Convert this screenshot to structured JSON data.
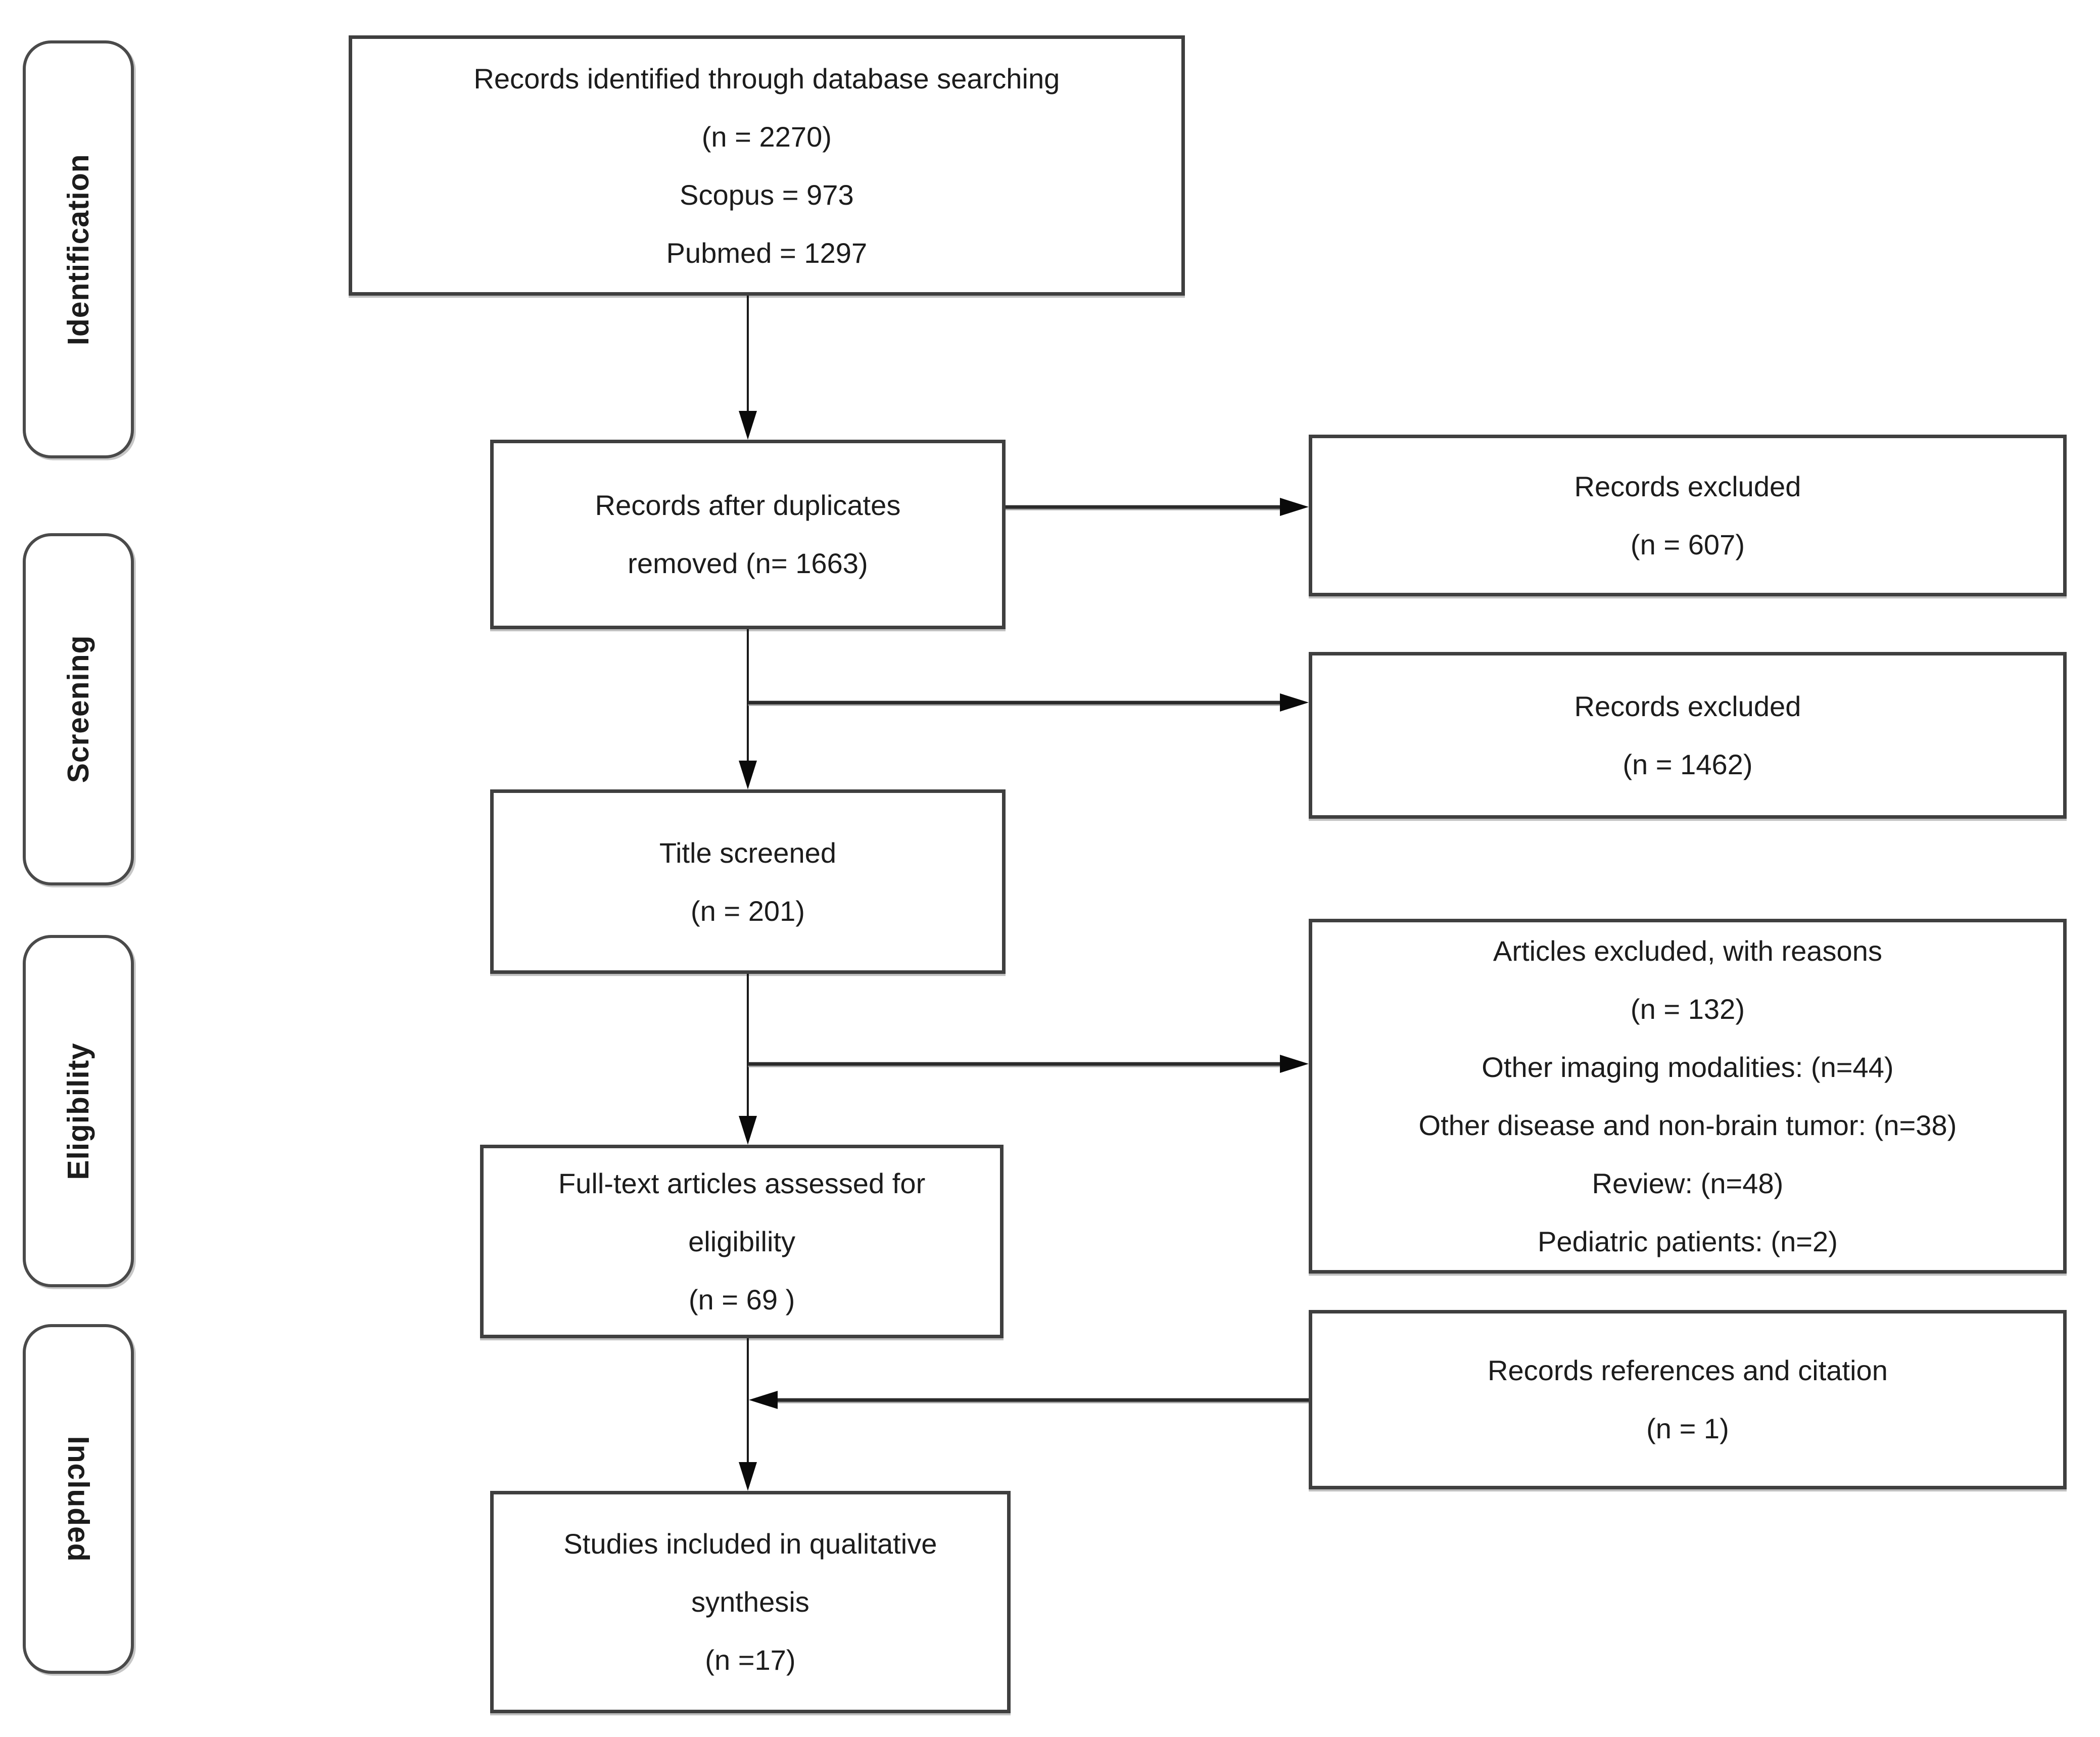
{
  "palette": {
    "background": "#ffffff",
    "box_border": "#3f3f3f",
    "stage_border": "#4a4a4a",
    "text": "#1c1c1c",
    "connector": "#111111"
  },
  "sidebar": {
    "stages": [
      {
        "label": "Identification"
      },
      {
        "label": "Screening"
      },
      {
        "label": "Eligibility"
      },
      {
        "label": "Included"
      }
    ]
  },
  "flow": {
    "identified": {
      "lines": [
        "Records identified through database searching",
        "(n = 2270)",
        "Scopus = 973",
        "Pubmed = 1297"
      ]
    },
    "duplicates_removed": {
      "lines": [
        "Records after duplicates",
        "removed (n= 1663)"
      ]
    },
    "title_screened": {
      "lines": [
        "Title screened",
        "(n = 201)"
      ]
    },
    "fulltext_assessed": {
      "lines": [
        "Full-text articles assessed for",
        "eligibility",
        "(n = 69 )"
      ]
    },
    "included_studies": {
      "lines": [
        "Studies included in qualitative",
        "synthesis",
        "(n =17)"
      ]
    }
  },
  "exclusions": {
    "records_excluded_1": {
      "lines": [
        "Records excluded",
        "(n = 607)"
      ]
    },
    "records_excluded_2": {
      "lines": [
        "Records excluded",
        "(n = 1462)"
      ]
    },
    "articles_excluded": {
      "lines": [
        "Articles excluded, with reasons",
        "(n = 132)",
        "Other imaging modalities: (n=44)",
        "Other disease and non-brain tumor: (n=38)",
        "Review: (n=48)",
        "Pediatric patients: (n=2)"
      ]
    },
    "references_citation": {
      "lines": [
        "Records references and citation",
        "(n = 1)"
      ]
    }
  }
}
